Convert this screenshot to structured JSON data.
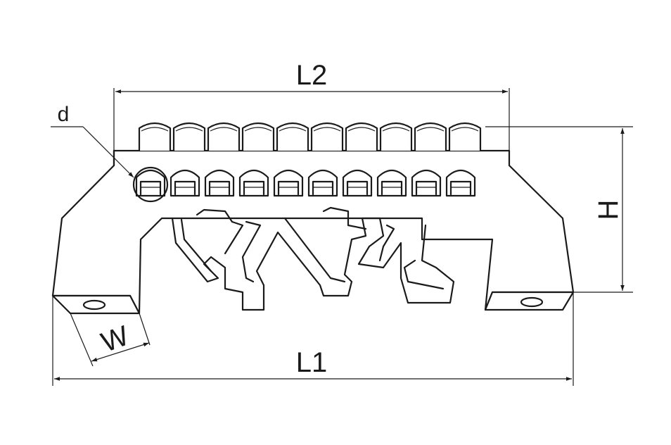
{
  "labels": {
    "L1": "L1",
    "L2": "L2",
    "H": "H",
    "W": "W",
    "d": "d"
  },
  "screws": {
    "count": 10
  },
  "colors": {
    "stroke": "#1a1a1a",
    "background": "#ffffff"
  }
}
